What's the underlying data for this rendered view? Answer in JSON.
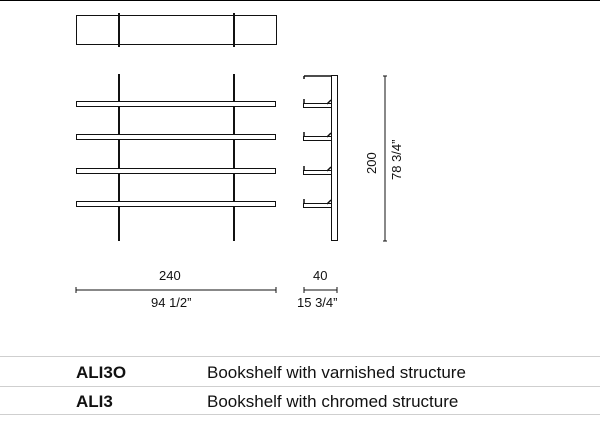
{
  "dimensions": {
    "width_cm": "240",
    "width_in": "94 1/2”",
    "depth_cm": "40",
    "depth_in": "15 3/4”",
    "height_cm": "200",
    "height_in": "78 3/4”"
  },
  "products": [
    {
      "code": "ALI3O",
      "description": "Bookshelf with varnished structure"
    },
    {
      "code": "ALI3",
      "description": "Bookshelf with chromed structure"
    }
  ]
}
